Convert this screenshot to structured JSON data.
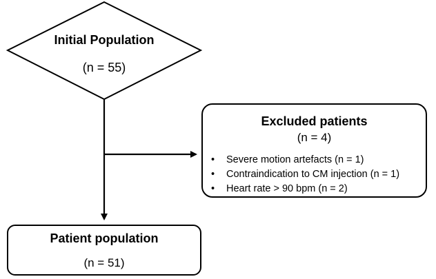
{
  "initial": {
    "title": "Initial Population",
    "count": "(n = 55)"
  },
  "excluded": {
    "title": "Excluded patients",
    "count": "(n = 4)",
    "reasons": [
      "Severe motion artefacts (n = 1)",
      "Contraindication to CM injection (n = 1)",
      "Heart rate > 90 bpm (n = 2)"
    ]
  },
  "final": {
    "title": "Patient population",
    "count": "(n = 51)"
  }
}
